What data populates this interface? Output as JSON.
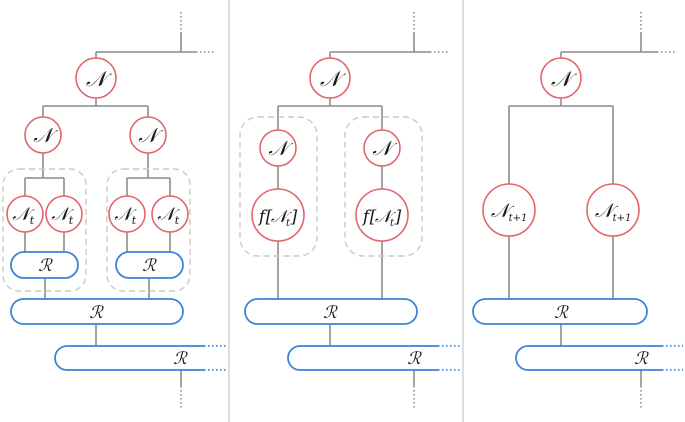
{
  "symbols": {
    "network": "𝒩",
    "reduce": "ℛ",
    "network_t": "𝒩",
    "t": "t",
    "t_plus_1": "t+1",
    "f": "f",
    "lbracket": "[",
    "rbracket": "]"
  },
  "colors": {
    "node_stroke": "#e2656b",
    "reduce_stroke": "#3f83d6",
    "wire": "#8c8c8c",
    "group_box": "#c9c9c9",
    "divider": "#c4c4c4"
  },
  "panels": [
    {
      "variant": "separate-inner-networks"
    },
    {
      "variant": "function-of-network"
    },
    {
      "variant": "next-timestep-network"
    }
  ]
}
